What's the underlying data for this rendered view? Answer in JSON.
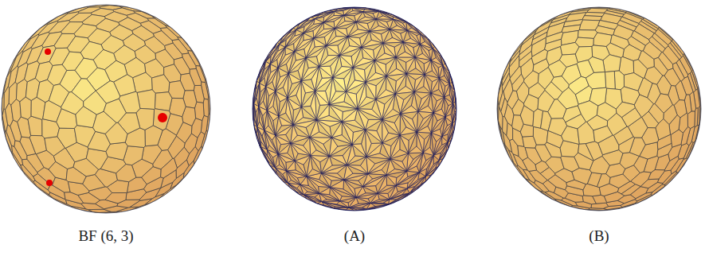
{
  "diagram": {
    "labels": [
      "BF (6, 3)",
      "(A)",
      "(B)"
    ]
  }
}
